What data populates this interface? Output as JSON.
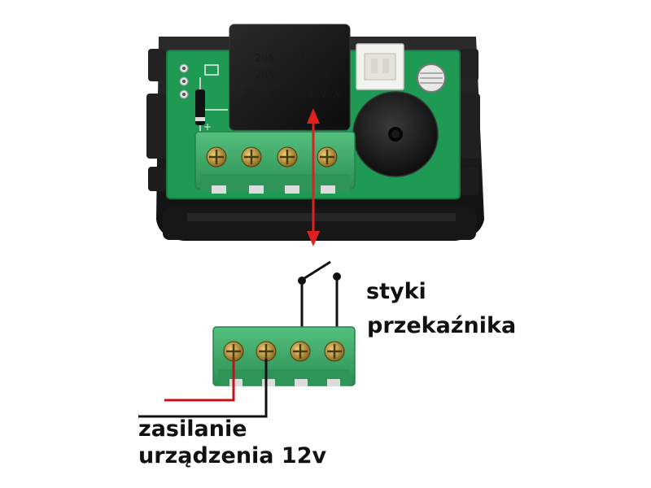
{
  "relay_text": {
    "line1_left": "20A",
    "line1_right": "125VAC",
    "line2_left": "20A",
    "line2_right": "14VDC",
    "model": "JQC-T78-DC12V-A"
  },
  "labels": {
    "relay_contacts_line1": "styki",
    "relay_contacts_line2": "przekaźnika",
    "power_line1": "zasilanie",
    "power_line2": "urządzenia 12v"
  },
  "colors": {
    "pcb": "#1f9a55",
    "terminal_block": "#3aa768",
    "housing": "#1c1c1c",
    "relay": "#141414",
    "buzzer": "#1e1e1e",
    "connector": "#f2f2ee",
    "arrow": "#e0201e",
    "power_wire_red": "#c2121c",
    "wire_black": "#111111"
  }
}
